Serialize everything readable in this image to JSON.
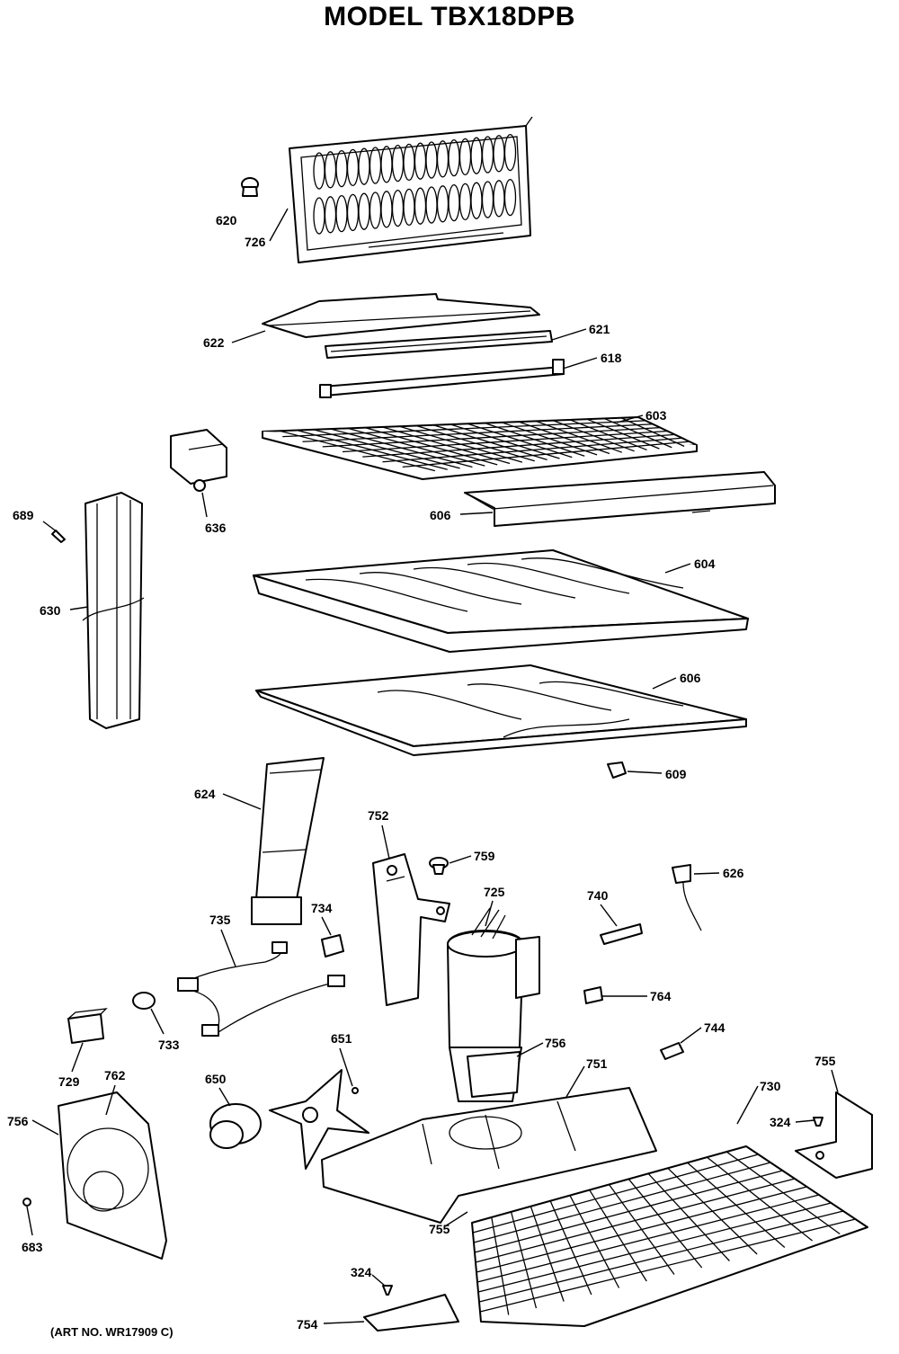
{
  "title": "MODEL TBX18DPB",
  "art_number": "(ART NO. WR17909 C)",
  "parts": [
    {
      "id": "p620",
      "label": "620"
    },
    {
      "id": "p726",
      "label": "726"
    },
    {
      "id": "p622",
      "label": "622"
    },
    {
      "id": "p621",
      "label": "621"
    },
    {
      "id": "p618",
      "label": "618"
    },
    {
      "id": "p603",
      "label": "603"
    },
    {
      "id": "p636",
      "label": "636"
    },
    {
      "id": "p689",
      "label": "689"
    },
    {
      "id": "p606a",
      "label": "606"
    },
    {
      "id": "p604",
      "label": "604"
    },
    {
      "id": "p630",
      "label": "630"
    },
    {
      "id": "p606b",
      "label": "606"
    },
    {
      "id": "p609",
      "label": "609"
    },
    {
      "id": "p624",
      "label": "624"
    },
    {
      "id": "p752",
      "label": "752"
    },
    {
      "id": "p759",
      "label": "759"
    },
    {
      "id": "p725",
      "label": "725"
    },
    {
      "id": "p740",
      "label": "740"
    },
    {
      "id": "p626",
      "label": "626"
    },
    {
      "id": "p735",
      "label": "735"
    },
    {
      "id": "p734",
      "label": "734"
    },
    {
      "id": "p764",
      "label": "764"
    },
    {
      "id": "p733",
      "label": "733"
    },
    {
      "id": "p651",
      "label": "651"
    },
    {
      "id": "p756a",
      "label": "756"
    },
    {
      "id": "p744",
      "label": "744"
    },
    {
      "id": "p729",
      "label": "729"
    },
    {
      "id": "p762",
      "label": "762"
    },
    {
      "id": "p650",
      "label": "650"
    },
    {
      "id": "p751",
      "label": "751"
    },
    {
      "id": "p755a",
      "label": "755"
    },
    {
      "id": "p730",
      "label": "730"
    },
    {
      "id": "p324a",
      "label": "324"
    },
    {
      "id": "p756b",
      "label": "756"
    },
    {
      "id": "p683",
      "label": "683"
    },
    {
      "id": "p755b",
      "label": "755"
    },
    {
      "id": "p324b",
      "label": "324"
    },
    {
      "id": "p754",
      "label": "754"
    }
  ]
}
